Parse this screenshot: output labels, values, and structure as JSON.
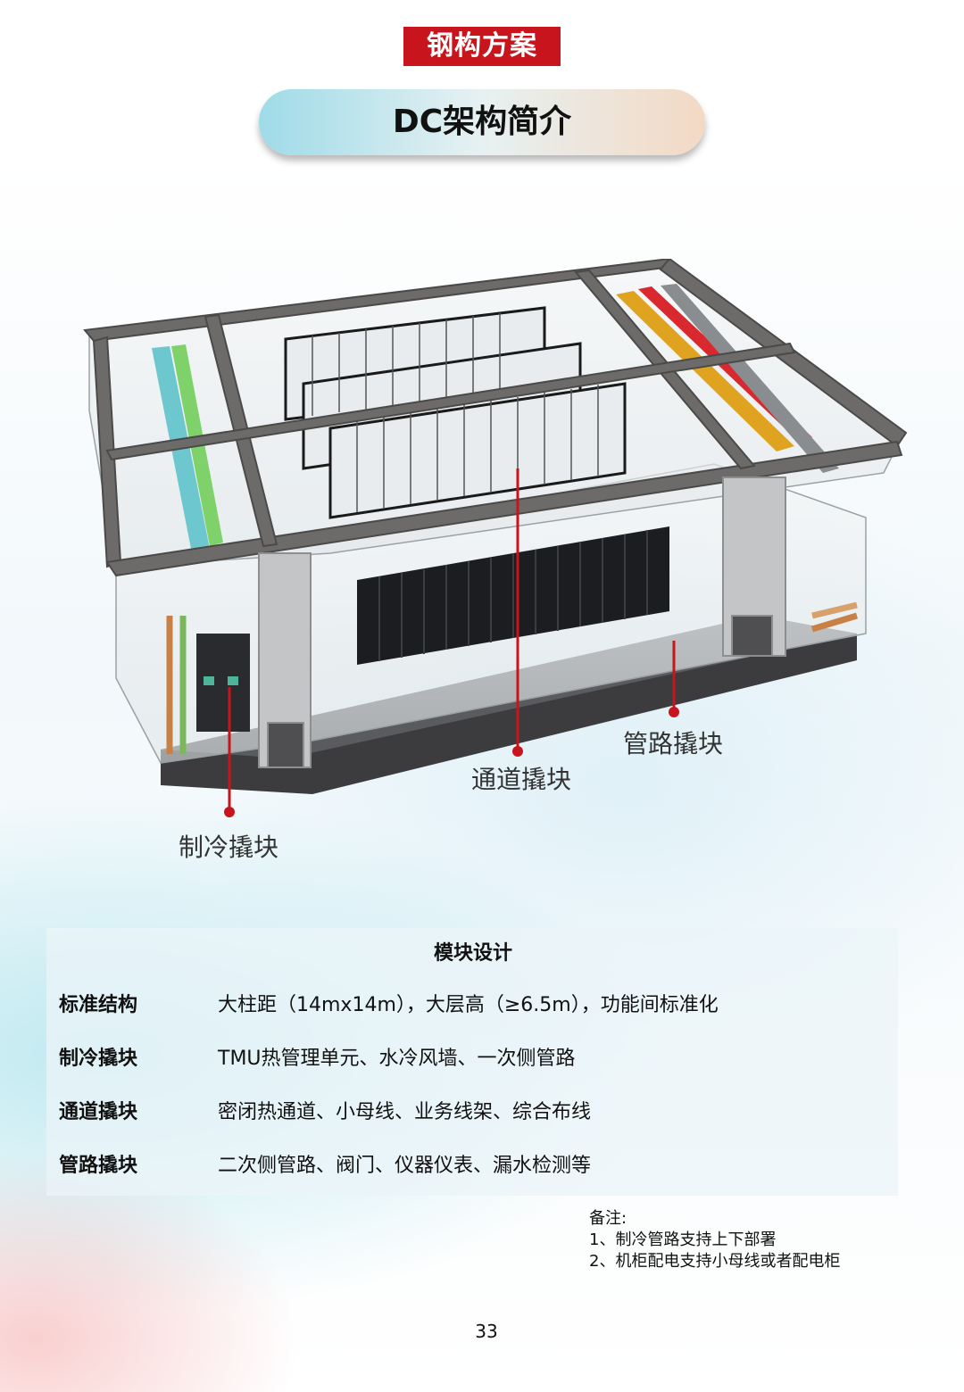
{
  "header": {
    "category_tag": "钢构方案",
    "title": "DC架构简介"
  },
  "figure": {
    "callouts": {
      "cooling": "制冷撬块",
      "aisle": "通道撬块",
      "piping": "管路撬块"
    },
    "accent_color": "#c8141c"
  },
  "module_table": {
    "heading": "模块设计",
    "rows": [
      {
        "term": "标准结构",
        "desc": "大柱距（14mx14m），大层高（≥6.5m），功能间标准化"
      },
      {
        "term": "制冷撬块",
        "desc": "TMU热管理单元、水冷风墙、一次侧管路"
      },
      {
        "term": "通道撬块",
        "desc": "密闭热通道、小母线、业务线架、综合布线"
      },
      {
        "term": "管路撬块",
        "desc": "二次侧管路、阀门、仪器仪表、漏水检测等"
      }
    ]
  },
  "notes": {
    "label": "备注:",
    "items": [
      "1、制冷管路支持上下部署",
      "2、机柜配电支持小母线或者配电柜"
    ]
  },
  "page_number": "33"
}
